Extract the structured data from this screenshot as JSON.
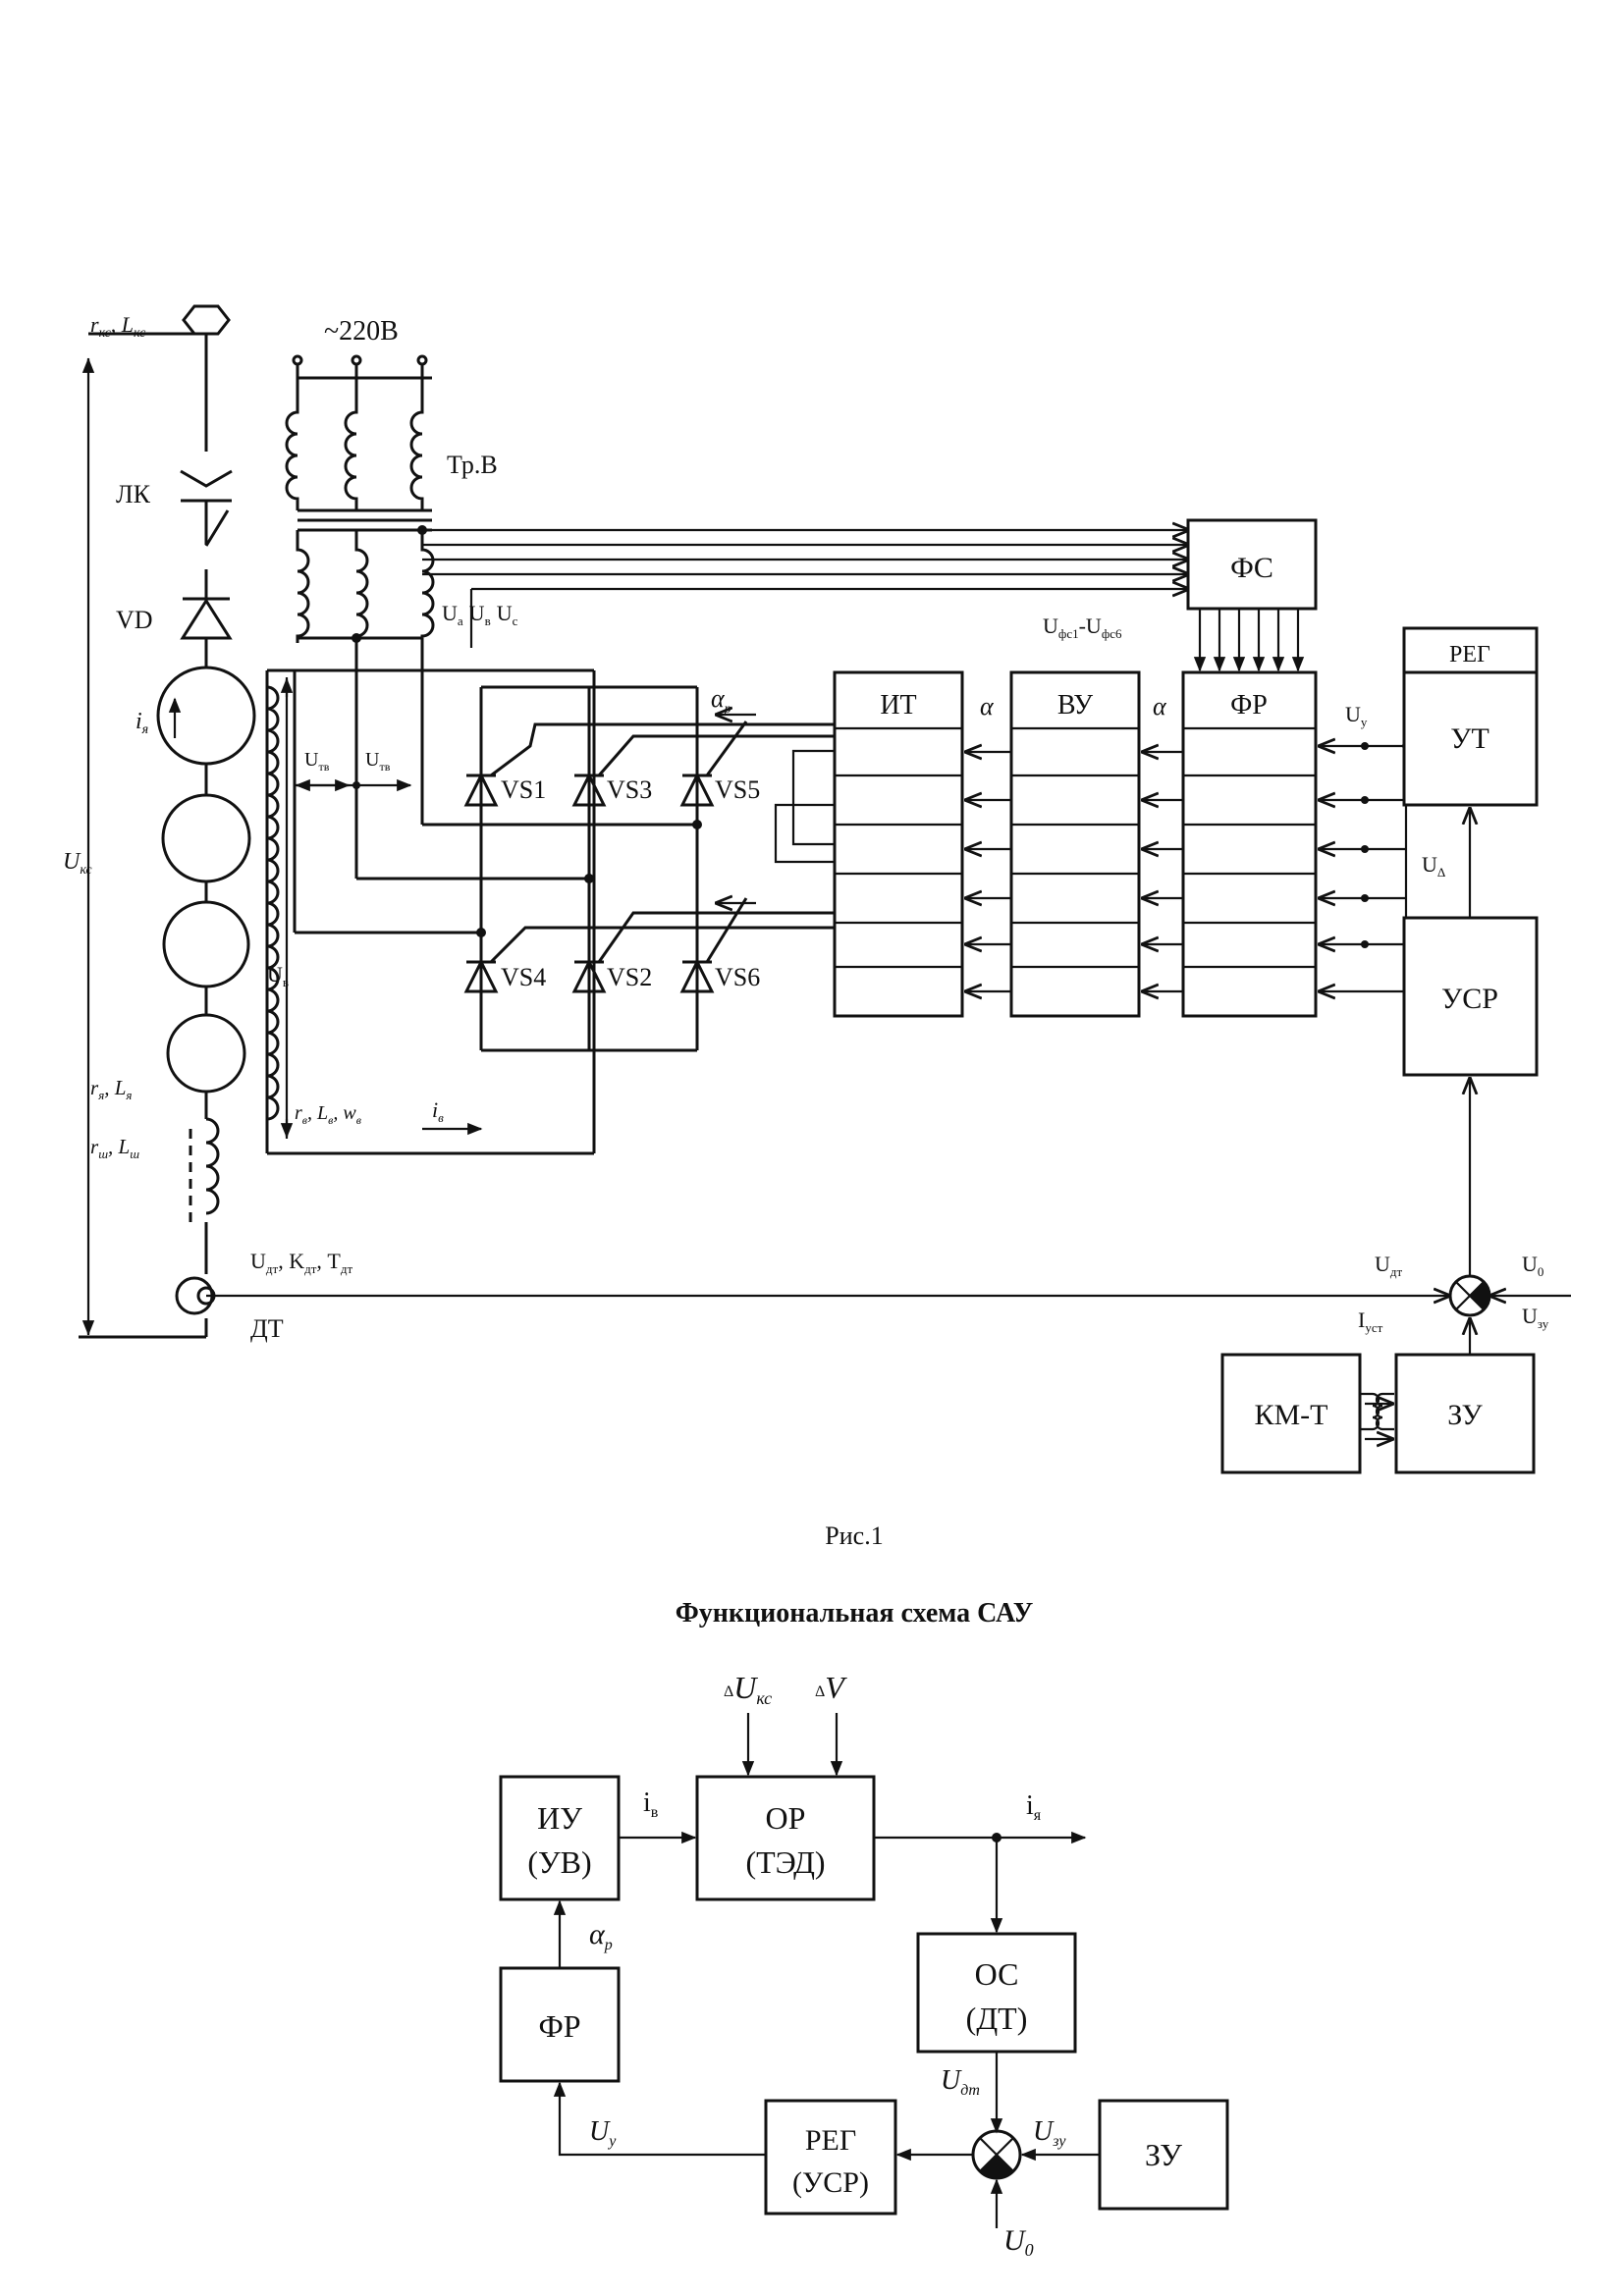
{
  "fig1": {
    "supply_voltage": "~220В",
    "transformer": "Тр.В",
    "contact_line": "r",
    "contact_line_sub": "кс",
    "contact_line_l": "L",
    "contact_line_l_sub": "кс",
    "line_contactor": "ЛК",
    "diode": "VD",
    "armature_current": "i",
    "armature_current_sub": "я",
    "contact_voltage": "U",
    "contact_voltage_sub": "кс",
    "phase_a": "U",
    "phase_a_sub": "a",
    "phase_b": "U",
    "phase_b_sub": "в",
    "phase_c": "U",
    "phase_c_sub": "c",
    "u_tv1": "U",
    "u_tv1_sub": "тв",
    "u_tv2": "U",
    "u_tv2_sub": "тв",
    "u_field": "U",
    "u_field_sub": "в",
    "field_params": "r",
    "field_params_sub": "в",
    "field_l": "L",
    "field_l_sub": "в",
    "field_w": "w",
    "field_w_sub": "в",
    "field_current": "i",
    "field_current_sub": "в",
    "armature_params": "r",
    "armature_params_sub": "я",
    "armature_l": "L",
    "armature_l_sub": "я",
    "shunt_params": "r",
    "shunt_params_sub": "ш",
    "shunt_l": "L",
    "shunt_l_sub": "ш",
    "sensor_params": "U",
    "sensor_params_sub": "дт",
    "sensor_k": "K",
    "sensor_k_sub": "дт",
    "sensor_t": "T",
    "sensor_t_sub": "дт",
    "sensor_label": "ДТ",
    "thyristors": [
      "VS1",
      "VS3",
      "VS5",
      "VS4",
      "VS2",
      "VS6"
    ],
    "alpha_p": "α",
    "alpha_p_sub": "p",
    "alpha1": "α",
    "alpha2": "α",
    "fs_block": "ФС",
    "fs_signals": "U",
    "fs_signals_sub1": "фс1",
    "fs_signals_mid": "-U",
    "fs_signals_sub2": "фс6",
    "it_block": "ИТ",
    "vu_block": "ВУ",
    "fr_block": "ФР",
    "reg_block": "РЕГ",
    "ut_block": "УТ",
    "u_y": "U",
    "u_y_sub": "у",
    "u_delta": "U",
    "u_delta_sub": "Δ",
    "usr_block": "УСР",
    "u_dt": "U",
    "u_dt_sub": "дт",
    "u_0": "U",
    "u_0_sub": "0",
    "i_ust": "I",
    "i_ust_sub": "уст",
    "u_zu": "U",
    "u_zu_sub": "зу",
    "kmt_block": "КМ-Т",
    "zu_block": "ЗУ"
  },
  "caption": "Рис.1",
  "title": "Функциональная схема САУ",
  "fig2": {
    "delta_ukc": "U",
    "delta_ukc_sub": "кс",
    "delta_v": "V",
    "iu_block_1": "ИУ",
    "iu_block_2": "(УВ)",
    "i_v": "i",
    "i_v_sub": "в",
    "or_block_1": "ОР",
    "or_block_2": "(ТЭД)",
    "i_ya": "i",
    "i_ya_sub": "я",
    "alpha_p": "α",
    "alpha_p_sub": "р",
    "fr_block": "ФР",
    "os_block_1": "ОС",
    "os_block_2": "(ДТ)",
    "u_dt": "U",
    "u_dt_sub": "дт",
    "u_y": "U",
    "u_y_sub": "у",
    "reg_block_1": "РЕГ",
    "reg_block_2": "(УСР)",
    "u_zu": "U",
    "u_zu_sub": "зу",
    "zu_block": "ЗУ",
    "u_0": "U",
    "u_0_sub": "0"
  }
}
